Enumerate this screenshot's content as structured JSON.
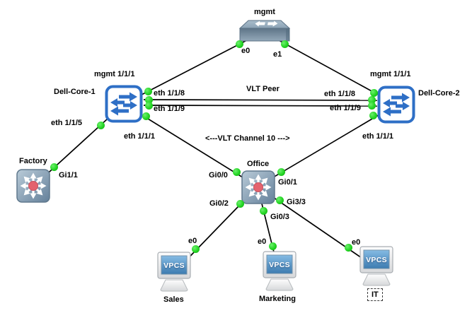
{
  "diagram_title": "GNS3 network topology canvas",
  "nodes": [
    {
      "id": "mgmt",
      "label": "mgmt",
      "type": "ethernet-switch",
      "icon": "ethernet-switch-icon"
    },
    {
      "id": "dell-core-1",
      "label": "Dell-Core-1",
      "type": "multilayer-switch",
      "icon": "multilayer-switch-icon"
    },
    {
      "id": "dell-core-2",
      "label": "Dell-Core-2",
      "type": "multilayer-switch",
      "icon": "multilayer-switch-icon"
    },
    {
      "id": "factory",
      "label": "Factory",
      "type": "layer3-switch",
      "icon": "layer3-switch-icon"
    },
    {
      "id": "office",
      "label": "Office",
      "type": "layer3-switch",
      "icon": "layer3-switch-icon"
    },
    {
      "id": "sales",
      "label": "Sales",
      "type": "vpcs-host",
      "icon": "pc-icon",
      "screen": "VPCS"
    },
    {
      "id": "marketing",
      "label": "Marketing",
      "type": "vpcs-host",
      "icon": "pc-icon",
      "screen": "VPCS"
    },
    {
      "id": "it",
      "label": "IT",
      "type": "vpcs-host",
      "icon": "pc-icon",
      "screen": "VPCS",
      "selected": true
    }
  ],
  "port_labels": [
    {
      "text": "e0"
    },
    {
      "text": "e1"
    },
    {
      "text": "mgmt 1/1/1"
    },
    {
      "text": "eth 1/1/8"
    },
    {
      "text": "eth 1/1/9"
    },
    {
      "text": "eth 1/1/5"
    },
    {
      "text": "eth 1/1/1"
    },
    {
      "text": "mgmt 1/1/1"
    },
    {
      "text": "eth 1/1/8"
    },
    {
      "text": "eth 1/1/9"
    },
    {
      "text": "eth 1/1/1"
    },
    {
      "text": "Gi1/1"
    },
    {
      "text": "Gi0/0"
    },
    {
      "text": "Gi0/1"
    },
    {
      "text": "Gi0/2"
    },
    {
      "text": "Gi0/3"
    },
    {
      "text": "Gi3/3"
    },
    {
      "text": "e0"
    },
    {
      "text": "e0"
    },
    {
      "text": "e0"
    }
  ],
  "annotations": [
    {
      "text": "VLT Peer"
    },
    {
      "text": "<---VLT Channel 10 --->"
    }
  ],
  "links": [
    {
      "from": "mgmt e0",
      "to": "Dell-Core-1 mgmt 1/1/1"
    },
    {
      "from": "mgmt e1",
      "to": "Dell-Core-2 mgmt 1/1/1"
    },
    {
      "from": "Dell-Core-1 eth 1/1/8",
      "to": "Dell-Core-2 eth 1/1/8"
    },
    {
      "from": "Dell-Core-1 eth 1/1/9",
      "to": "Dell-Core-2 eth 1/1/9"
    },
    {
      "from": "Dell-Core-1 eth 1/1/5",
      "to": "Factory Gi1/1"
    },
    {
      "from": "Dell-Core-1 eth 1/1/1",
      "to": "Office Gi0/0"
    },
    {
      "from": "Dell-Core-2 eth 1/1/1",
      "to": "Office Gi0/1"
    },
    {
      "from": "Office Gi0/2",
      "to": "Sales e0"
    },
    {
      "from": "Office Gi0/3",
      "to": "Marketing e0"
    },
    {
      "from": "Office Gi3/3",
      "to": "IT e0"
    }
  ],
  "colors": {
    "background": "#ffffff",
    "link_line": "#000000",
    "status_up_dot": "#22d422",
    "core_switch_accent": "#2e6fc6",
    "l3_switch_body": "#7e99ac",
    "l3_switch_center": "#e4636e",
    "pc_screen": "#4d87b8",
    "label_text": "#000000"
  }
}
